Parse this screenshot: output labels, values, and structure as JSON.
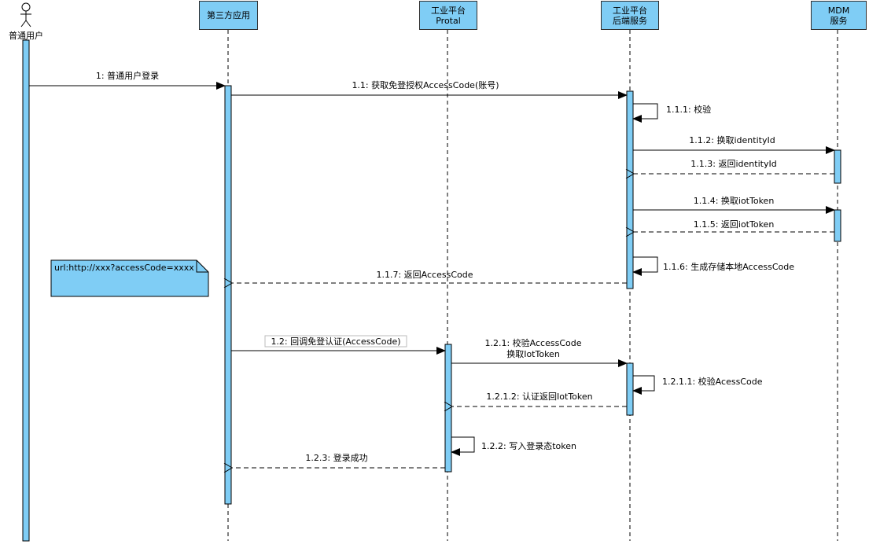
{
  "colors": {
    "fill": "#7fcdf5",
    "stroke": "#000000",
    "note_fill": "#7fcdf5"
  },
  "actor": {
    "label": "普通用户",
    "icon": "stick-figure-icon"
  },
  "participants": [
    {
      "id": "third",
      "line1": "第三方应用",
      "line2": ""
    },
    {
      "id": "portal",
      "line1": "工业平台",
      "line2": "Protal"
    },
    {
      "id": "backend",
      "line1": "工业平台",
      "line2": "后端服务"
    },
    {
      "id": "mdm",
      "line1": "MDM",
      "line2": "服务"
    }
  ],
  "note": {
    "text": "url:http://xxx?accessCode=xxxx"
  },
  "messages": [
    {
      "id": "m1",
      "label": "1: 普通用户登录"
    },
    {
      "id": "m1_1",
      "label": "1.1: 获取免登授权AccessCode(账号)"
    },
    {
      "id": "m1_1_1",
      "label": "1.1.1: 校验"
    },
    {
      "id": "m1_1_2",
      "label": "1.1.2: 换取identityId"
    },
    {
      "id": "m1_1_3",
      "label": "1.1.3: 返回identityId"
    },
    {
      "id": "m1_1_4",
      "label": "1.1.4: 换取iotToken"
    },
    {
      "id": "m1_1_5",
      "label": "1.1.5: 返回iotToken"
    },
    {
      "id": "m1_1_6",
      "label": "1.1.6: 生成存储本地AccessCode"
    },
    {
      "id": "m1_1_7",
      "label": "1.1.7: 返回AccessCode"
    },
    {
      "id": "m1_2",
      "label": "1.2: 回调免登认证(AccessCode)"
    },
    {
      "id": "m1_2_1",
      "label": "1.2.1: 校验AccessCode",
      "label2": "换取IotToken"
    },
    {
      "id": "m1_2_1_1",
      "label": "1.2.1.1: 校验AcessCode"
    },
    {
      "id": "m1_2_1_2",
      "label": "1.2.1.2: 认证返回IotToken"
    },
    {
      "id": "m1_2_2",
      "label": "1.2.2: 写入登录态token"
    },
    {
      "id": "m1_2_3",
      "label": "1.2.3: 登录成功"
    }
  ]
}
